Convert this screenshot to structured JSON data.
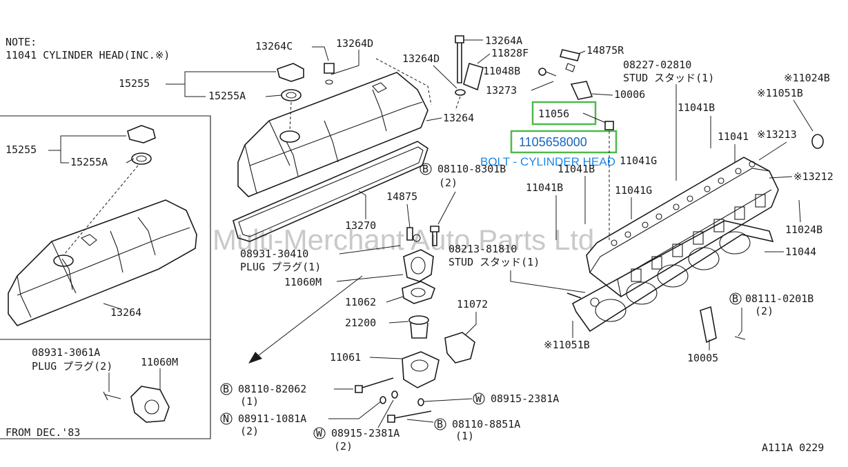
{
  "note": {
    "line1": "NOTE:",
    "line2": "11041 CYLINDER HEAD(INC.※)"
  },
  "inset_note": "FROM DEC.'83",
  "figure_id": "A111A 0229",
  "watermark": "Multi-Merchant Auto Parts Ltd",
  "highlight": {
    "part_short": "11056",
    "part_full": "1105658000",
    "description": "BOLT - CYLINDER HEAD",
    "accent_color": "#4cb94c",
    "text_color": "#1565c0"
  },
  "labels": {
    "p13264C": "13264C",
    "p13264D_top": "13264D",
    "p13264A": "13264A",
    "p14875R": "14875R",
    "p11828F": "11828F",
    "p13264D_mid": "13264D",
    "p11048B": "11048B",
    "p08227_02810": "08227-02810",
    "stud1": "STUD スタッド(1)",
    "p11024B_top": "※11024B",
    "p15255_a": "15255",
    "p13273": "13273",
    "p10006": "10006",
    "p11051B_top": "※11051B",
    "p15255A_a": "15255A",
    "p13264_a": "13264",
    "p11041B_1": "11041B",
    "p11041": "11041",
    "p13213": "※13213",
    "p15255_b": "15255",
    "p15255A_b": "15255A",
    "p11041G_1": "11041G",
    "p13212": "※13212",
    "p08110_8301B": "08110-8301B",
    "qty2_a": "(2)",
    "p11041B_2": "11041B",
    "p11041G_2": "11041G",
    "p11041B_3": "11041B",
    "p14875": "14875",
    "p13270": "13270",
    "p11024B_mid": "11024B",
    "p08931_30410": "08931-30410",
    "plug1": "PLUG プラグ(1)",
    "p08213_81810": "08213-81810",
    "stud2": "STUD スタッド(1)",
    "p11044": "11044",
    "p11060M_a": "11060M",
    "p11062": "11062",
    "p11072": "11072",
    "p08111_0201B": "08111-0201B",
    "qty2_b": "(2)",
    "p13264_b": "13264",
    "p21200": "21200",
    "p11061": "11061",
    "p11051B_bot": "※11051B",
    "p10005": "10005",
    "p08931_3061A": "08931-3061A",
    "plug2": "PLUG プラグ(2)",
    "p11060M_b": "11060M",
    "p08110_82062": "08110-82062",
    "qty1_a": "(1)",
    "p08915_2381A_r": "08915-2381A",
    "p08911_1081A": "08911-1081A",
    "qty2_c": "(2)",
    "p08110_8851A": "08110-8851A",
    "p08915_2381A_l": "08915-2381A",
    "qty1_b": "(1)",
    "qty2_d": "(2)"
  },
  "prefix_letters": {
    "B": "B",
    "N": "N",
    "W": "W"
  }
}
